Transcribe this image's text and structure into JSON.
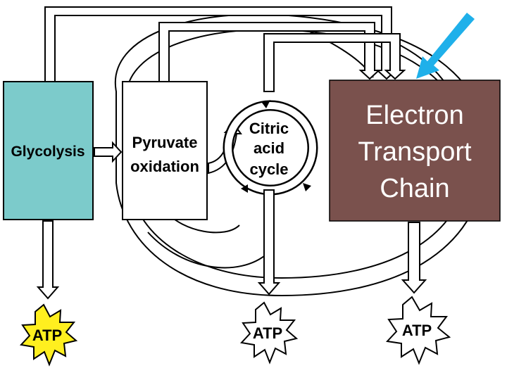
{
  "diagram": {
    "stages": {
      "glycolysis": "Glycolysis",
      "pyruvate_line1": "Pyruvate",
      "pyruvate_line2": "oxidation",
      "citric_line1": "Citric",
      "citric_line2": "acid",
      "citric_line3": "cycle",
      "etc_line1": "Electron",
      "etc_line2": "Transport",
      "etc_line3": "Chain"
    },
    "atp": {
      "glycolysis": "ATP",
      "citric": "ATP",
      "etc": "ATP"
    },
    "colors": {
      "glycolysis_fill": "#7ccbcb",
      "etc_fill": "#7a514d",
      "highlight_arrow": "#1fb0ea",
      "atp_glycolysis_fill": "#ffef1f",
      "atp_other_fill": "#ffffff"
    }
  }
}
